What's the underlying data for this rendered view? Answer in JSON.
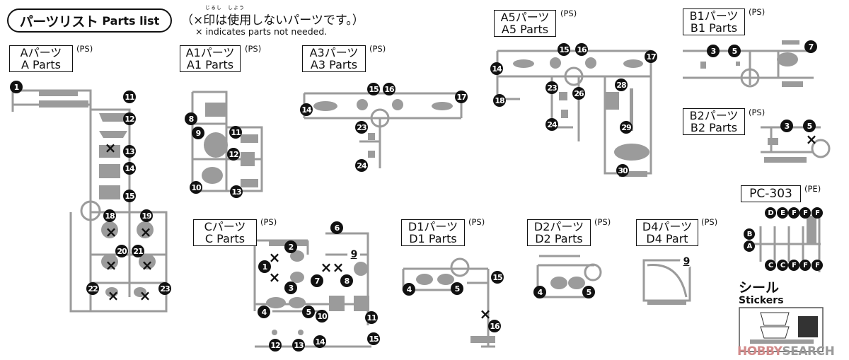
{
  "header": {
    "title_jp": "パーツリスト",
    "title_en": "Parts list",
    "note_ruby": "じるし　しよう",
    "note_jp": "（×印は使用しないパーツです。）",
    "note_en": "× indicates parts not needed."
  },
  "legend": {
    "not_needed_mark": "×"
  },
  "colors": {
    "runner": "#9b9b9b",
    "badge": "#111111",
    "text": "#111111",
    "watermark": "#9a9a9a"
  },
  "sheets": [
    {
      "id": "A",
      "label_jp": "Aパーツ",
      "label_en": "A Parts",
      "material": "(PS)",
      "parts": [
        "1",
        "11",
        "12",
        "13",
        "14",
        "15",
        "18",
        "19",
        "20",
        "21",
        "22",
        "23"
      ],
      "not_needed": [
        "13",
        "18",
        "19",
        "20",
        "21",
        "22",
        "23"
      ]
    },
    {
      "id": "A1",
      "label_jp": "A1パーツ",
      "label_en": "A1 Parts",
      "material": "(PS)",
      "parts": [
        "8",
        "9",
        "10",
        "11",
        "12",
        "13"
      ],
      "not_needed": []
    },
    {
      "id": "A3",
      "label_jp": "A3パーツ",
      "label_en": "A3 Parts",
      "material": "(PS)",
      "parts": [
        "14",
        "15",
        "16",
        "17",
        "23",
        "24"
      ],
      "not_needed": []
    },
    {
      "id": "A5",
      "label_jp": "A5パーツ",
      "label_en": "A5 Parts",
      "material": "(PS)",
      "parts": [
        "14",
        "15",
        "16",
        "17",
        "18",
        "23",
        "24",
        "26",
        "28",
        "29",
        "30"
      ],
      "not_needed": []
    },
    {
      "id": "B1",
      "label_jp": "B1パーツ",
      "label_en": "B1 Parts",
      "material": "(PS)",
      "parts": [
        "3",
        "5",
        "7"
      ],
      "not_needed": []
    },
    {
      "id": "B2",
      "label_jp": "B2パーツ",
      "label_en": "B2 Parts",
      "material": "(PS)",
      "parts": [
        "3",
        "5"
      ],
      "not_needed": [
        "5"
      ]
    },
    {
      "id": "C",
      "label_jp": "Cパーツ",
      "label_en": "C Parts",
      "material": "(PS)",
      "parts": [
        "1",
        "2",
        "3",
        "4",
        "5",
        "6",
        "7",
        "8",
        "9",
        "10",
        "11",
        "12",
        "13",
        "14",
        "15"
      ],
      "not_needed": [
        "1",
        "7",
        "8"
      ]
    },
    {
      "id": "D1",
      "label_jp": "D1パーツ",
      "label_en": "D1 Parts",
      "material": "(PS)",
      "parts": [
        "4",
        "5",
        "15",
        "16"
      ],
      "not_needed": [
        "16"
      ]
    },
    {
      "id": "D2",
      "label_jp": "D2パーツ",
      "label_en": "D2 Parts",
      "material": "(PS)",
      "parts": [
        "4",
        "5"
      ],
      "not_needed": []
    },
    {
      "id": "D4",
      "label_jp": "D4パーツ",
      "label_en": "D4 Part",
      "material": "(PS)",
      "parts": [
        "9"
      ],
      "not_needed": []
    },
    {
      "id": "PC",
      "label": "PC-303",
      "material": "(PE)",
      "top_row": [
        "D",
        "E",
        "F",
        "F",
        "F"
      ],
      "bottom_row": [
        "C",
        "C",
        "F",
        "F",
        "F"
      ],
      "side": [
        "B",
        "A"
      ]
    }
  ],
  "stickers": {
    "label_jp": "シール",
    "label_en": "Stickers"
  },
  "watermark": {
    "brand_a": "HOBBY",
    "brand_b": "SEARCH"
  }
}
